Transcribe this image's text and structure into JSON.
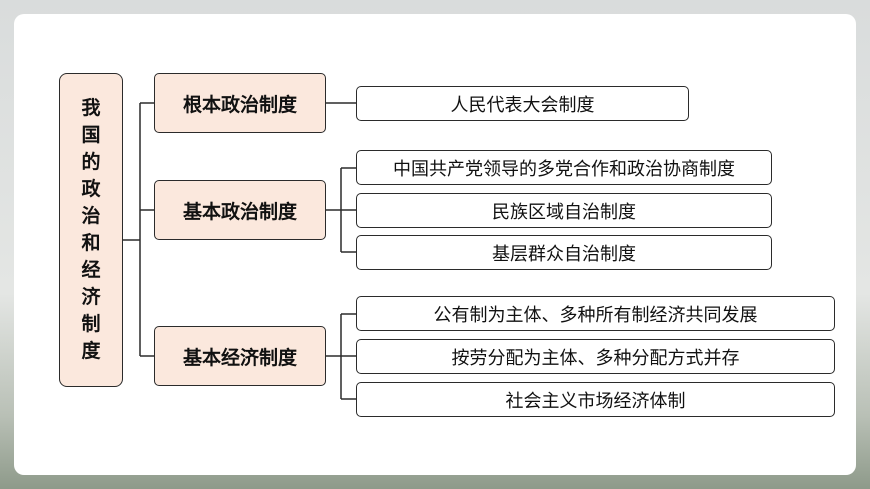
{
  "root": {
    "label": "我国的政治和经济制度"
  },
  "categories": [
    {
      "label": "根本政治制度",
      "items": [
        "人民代表大会制度"
      ]
    },
    {
      "label": "基本政治制度",
      "items": [
        "中国共产党领导的多党合作和政治协商制度",
        "民族区域自治制度",
        "基层群众自治制度"
      ]
    },
    {
      "label": "基本经济制度",
      "items": [
        "公有制为主体、多种所有制经济共同发展",
        "按劳分配为主体、多种分配方式并存",
        "社会主义市场经济体制"
      ]
    }
  ]
}
